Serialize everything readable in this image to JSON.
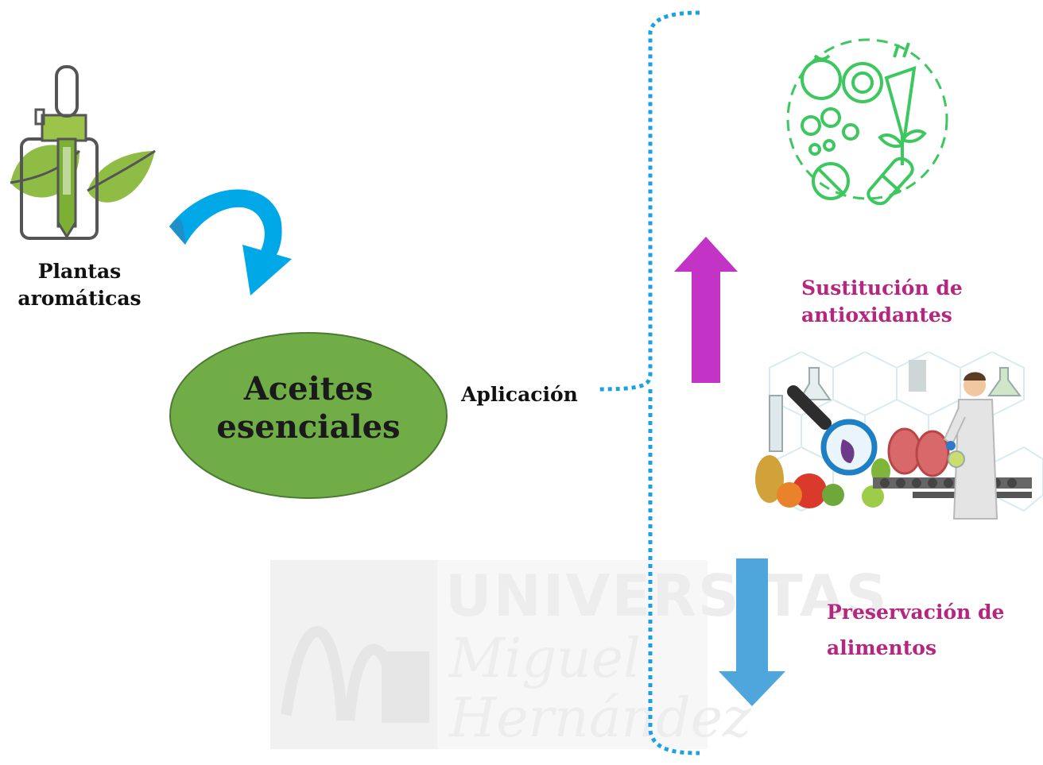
{
  "plant": {
    "line1": "Plantas",
    "line2": "aromáticas"
  },
  "center": {
    "line1": "Aceites",
    "line2": "esenciales"
  },
  "application_label": "Aplicación",
  "outputs": {
    "top": {
      "line1": "Sustitución de",
      "line2": "antioxidantes"
    },
    "bottom": {
      "line1": "Preservación de",
      "line2": "alimentos"
    }
  },
  "watermark": {
    "line1": "UNIVERSITAS",
    "line2": "Miguel",
    "line3": "Hernández"
  },
  "colors": {
    "ellipse": "#70ad47",
    "curved_arrow": "#00a8e8",
    "bracket": "#1ba1e2",
    "up_arrow": "#c333c6",
    "down_arrow": "#4fa6dc",
    "accent_text": "#b5267e",
    "icon_green": "#3cc75f"
  },
  "icons": [
    "essential-oil-dropper-icon",
    "nutrition-vitamins-icon",
    "food-lab-illustration"
  ]
}
